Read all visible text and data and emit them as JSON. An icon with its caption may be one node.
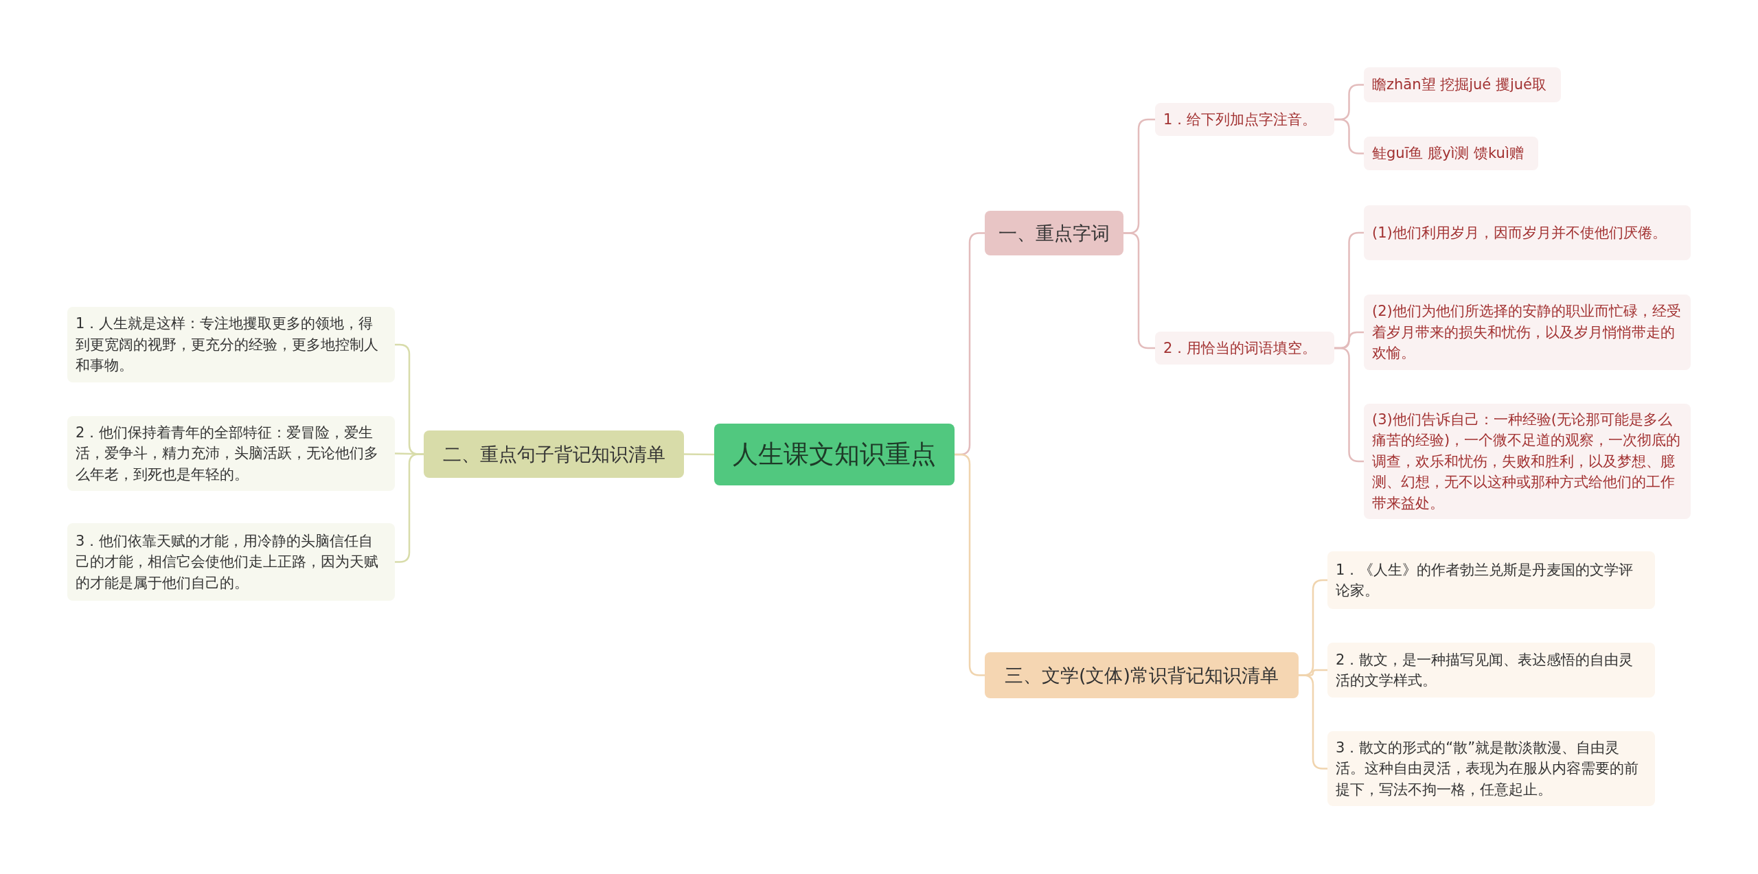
{
  "diagram": {
    "nodes": [
      {
        "text": [
          "人生课文知识重点"
        ]
      },
      {
        "text": [
          "一、重点字词"
        ]
      },
      {
        "text": [
          "1．给下列加点字注音。"
        ]
      },
      {
        "text": [
          "瞻zhān望 挖掘jué 攫jué取"
        ]
      },
      {
        "text": [
          "鲑guī鱼 臆yì测 馈kuì赠"
        ]
      },
      {
        "text": [
          "2．用恰当的词语填空。"
        ]
      },
      {
        "text": [
          "(1)他们利用岁月，因而岁月并不使他们厌倦。"
        ]
      },
      {
        "text": [
          "(2)他们为他们所选择的安静的职业而忙碌，经受着岁月带来的损失和忧伤，以及岁月悄悄带走的欢愉。"
        ]
      },
      {
        "text": [
          "(3)他们告诉自己：一种经验(无论那可能是多么痛苦的经验)，一个微不足道的观察，一次彻底的调查，欢乐和忧伤，失败和胜利，以及梦想、臆测、幻想，无不以这种或那种方式给他们的工作带来益处。"
        ]
      },
      {
        "text": [
          "二、重点句子背记知识清单"
        ]
      },
      {
        "text": [
          "1．人生就是这样：专注地攫取更多的领地，得到更宽阔的视野，更充分的经验，更多地控制人和事物。"
        ]
      },
      {
        "text": [
          "2．他们保持着青年的全部特征：爱冒险，爱生活，爱争斗，精力充沛，头脑活跃，无论他们多么年老，到死也是年轻的。"
        ]
      },
      {
        "text": [
          "3．他们依靠天赋的才能，用冷静的头脑信任自己的才能，相信它会使他们走上正路，因为天赋的才能是属于他们自己的。"
        ]
      },
      {
        "text": [
          "三、文学(文体)常识背记知识清单"
        ]
      },
      {
        "text": [
          "1．《人生》的作者勃兰兑斯是丹麦国的文学评论家。"
        ]
      },
      {
        "text": [
          "2．散文，是一种描写见闻、表达感悟的自由灵活的文学样式。"
        ]
      },
      {
        "text": [
          "3．散文的形式的“散”就是散淡散漫、自由灵活。这种自由灵活，表现为在服从内容需要的前提下，写法不拘一格，任意起止。"
        ]
      }
    ],
    "edges": [
      {
        "from": 0,
        "to": 1,
        "arrow": "none",
        "color": "#e3bcbc"
      },
      {
        "from": 1,
        "to": 2,
        "arrow": "none",
        "color": "#e3bcbc"
      },
      {
        "from": 2,
        "to": 3,
        "arrow": "none",
        "color": "#e3bcbc"
      },
      {
        "from": 2,
        "to": 4,
        "arrow": "none",
        "color": "#e3bcbc"
      },
      {
        "from": 1,
        "to": 5,
        "arrow": "none",
        "color": "#e3bcbc"
      },
      {
        "from": 5,
        "to": 6,
        "arrow": "none",
        "color": "#e3bcbc"
      },
      {
        "from": 5,
        "to": 7,
        "arrow": "none",
        "color": "#e3bcbc"
      },
      {
        "from": 5,
        "to": 8,
        "arrow": "none",
        "color": "#e3bcbc"
      },
      {
        "from": 0,
        "to": 9,
        "arrow": "none",
        "color": "#d8dcaa"
      },
      {
        "from": 9,
        "to": 10,
        "arrow": "none",
        "color": "#d8dcaa"
      },
      {
        "from": 9,
        "to": 11,
        "arrow": "none",
        "color": "#d8dcaa"
      },
      {
        "from": 9,
        "to": 12,
        "arrow": "none",
        "color": "#d8dcaa"
      },
      {
        "from": 0,
        "to": 13,
        "arrow": "none",
        "color": "#f0d4ae"
      },
      {
        "from": 13,
        "to": 14,
        "arrow": "none",
        "color": "#f0d4ae"
      },
      {
        "from": 13,
        "to": 15,
        "arrow": "none",
        "color": "#f0d4ae"
      },
      {
        "from": 13,
        "to": 16,
        "arrow": "none",
        "color": "#f0d4ae"
      }
    ]
  }
}
